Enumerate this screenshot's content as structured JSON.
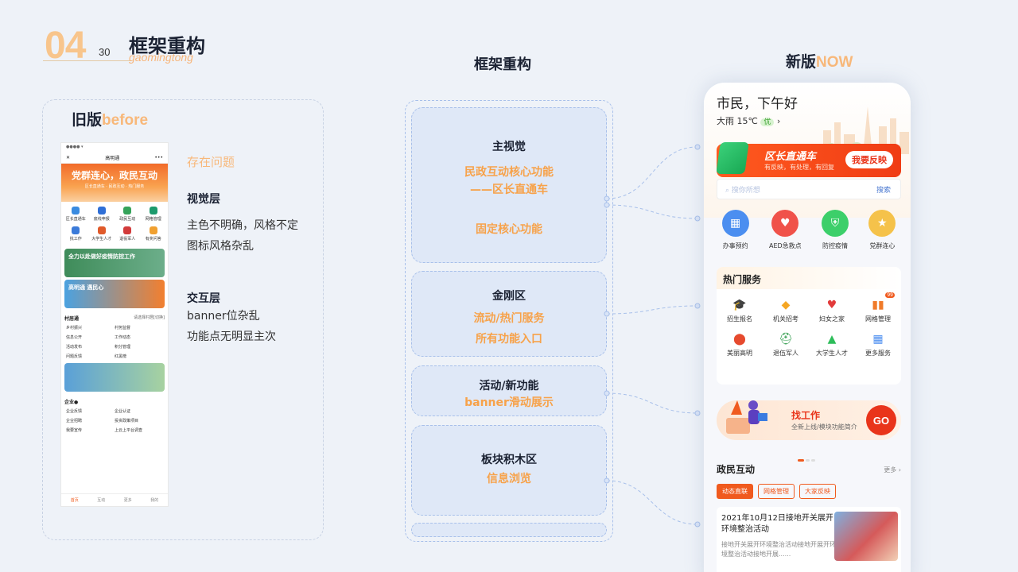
{
  "header": {
    "number": "04",
    "sub_number": "30",
    "title": "框架重构",
    "pinyin": "gaomingtong"
  },
  "old": {
    "title_main": "旧版",
    "title_accent": "before",
    "phone": {
      "app_title": "高明通",
      "banner_title": "党群连心，政民互动",
      "banner_sub": "区长直通车 · 民政互动 · 热门服务",
      "grid": [
        "区长直通车",
        "底线申报",
        "政民互动",
        "网格管理",
        "找工作",
        "大学生人才",
        "退役军人",
        "有奖问答"
      ],
      "card1": "全力以赴做好疫情防控工作",
      "card2": "高明通 遇民心",
      "village_title": "村居通",
      "village_right": "请选择村居[切换]",
      "village_items": [
        "乡村振兴",
        "村务监督",
        "信息公开",
        "工作动态",
        "活动发布",
        "积分管理",
        "问题反馈",
        "红黑榜"
      ],
      "enterprise_title": "企业●",
      "enterprise_items": [
        "企业反馈",
        "企业认证",
        "企业招聘",
        "投资政策项目",
        "我要宣传",
        "上云上平台调查"
      ],
      "tabs": [
        "首页",
        "互动",
        "更多",
        "我的"
      ]
    },
    "issues_title": "存在问题",
    "visual_label": "视觉层",
    "visual_lines": [
      "主色不明确，风格不定",
      "图标风格杂乱"
    ],
    "interaction_label": "交互层",
    "interaction_lines": [
      "banner位杂乱",
      "功能点无明显主次"
    ]
  },
  "middle": {
    "title": "框架重构",
    "blocks": [
      {
        "title": "主视觉",
        "line1": "民政互动核心功能",
        "line2": "——区长直通车",
        "line3": "固定核心功能"
      },
      {
        "title": "金刚区",
        "line1": "流动/热门服务",
        "line2": "所有功能入口"
      },
      {
        "title": "活动/新功能",
        "line1": "banner滑动展示"
      },
      {
        "title": "板块积木区",
        "line1": "信息浏览"
      }
    ]
  },
  "new": {
    "title_main": "新版",
    "title_accent": "NOW",
    "greeting": "市民，下午好",
    "weather": "大雨  15℃",
    "weather_badge": "优",
    "direct_title": "区长直通车",
    "direct_sub": "有反映，有处理，有回复",
    "direct_button": "我要反映",
    "search_placeholder": "搜你所想",
    "search_button": "搜索",
    "quick": [
      "办事预约",
      "AED急救点",
      "防控疫情",
      "党群连心"
    ],
    "hot_title": "热门服务",
    "hot_badge": "99",
    "hot": [
      "招生报名",
      "机关招考",
      "妇女之家",
      "网格管理",
      "美丽高明",
      "退伍军人",
      "大学生人才",
      "更多服务"
    ],
    "job_title": "找工作",
    "job_sub": "全新上线/模块功能简介",
    "job_go": "GO",
    "gov_title": "政民互动",
    "gov_more": "更多 ›",
    "gov_tabs": [
      "动态直联",
      "网格管理",
      "大家反映"
    ],
    "news_title": "2021年10月12日接地开关展开环境整治活动",
    "news_sub": "接地开关展开环境整治活动接地开展开环境整治活动接地开展......"
  },
  "colors": {
    "accent_orange": "#f7a24a",
    "brand_red": "#f05a1e",
    "block_bg": "#dfe8f7",
    "dash_blue": "#a8c0ea"
  }
}
